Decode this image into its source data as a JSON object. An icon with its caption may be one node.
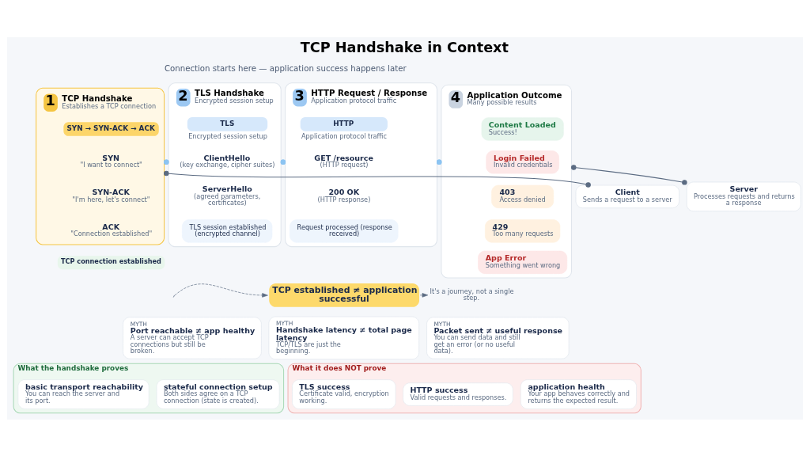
{
  "diagram": {
    "title": "TCP Handshake in Context",
    "nodes": [
      {
        "text": [
          "Client",
          "Sends a request to a server"
        ]
      },
      {
        "text": [
          "1",
          "TCP Handshake",
          "Establishes a TCP connection"
        ]
      },
      {
        "text": [
          "SYN → SYN-ACK → ACK"
        ],
        "in": 1
      },
      {
        "text": [
          "SYN",
          "\"I want to connect\""
        ],
        "in": 1
      },
      {
        "text": [
          "SYN-ACK",
          "\"I'm here, let's connect\""
        ],
        "in": 1
      },
      {
        "text": [
          "ACK",
          "\"Connection established\""
        ],
        "in": 1
      },
      {
        "text": [
          "TCP connection established"
        ]
      },
      {
        "text": [
          "2",
          "TLS Handshake",
          "Encrypted session setup"
        ]
      },
      {
        "text": [
          "TLS"
        ],
        "in": 7,
        "beside": [
          "Encrypted session setup"
        ]
      },
      {
        "text": [
          "ClientHello",
          "(key exchange, cipher suites)"
        ],
        "in": 7
      },
      {
        "text": [
          "ServerHello",
          "(agreed parameters, certificates)"
        ],
        "in": 7
      },
      {
        "text": [
          "TLS session established (encrypted channel)"
        ],
        "in": 7
      },
      {
        "text": [
          "3",
          "HTTP Request / Response",
          "Application protocol traffic"
        ]
      },
      {
        "text": [
          "HTTP"
        ],
        "in": 12,
        "beside": [
          "Application protocol traffic"
        ]
      },
      {
        "text": [
          "GET /resource",
          "(HTTP request)"
        ],
        "in": 12
      },
      {
        "text": [
          "200 OK",
          "(HTTP response)"
        ],
        "in": 12
      },
      {
        "text": [
          "Request processed (response received)"
        ],
        "in": 12
      },
      {
        "text": [
          "4",
          "Application Outcome",
          "Many possible results"
        ]
      },
      {
        "text": [
          "Content Loaded",
          "Success!"
        ],
        "in": 17
      },
      {
        "text": [
          "Login Failed",
          "Invalid credentials"
        ],
        "in": 17
      },
      {
        "text": [
          "403",
          "Access denied"
        ],
        "in": 17
      },
      {
        "text": [
          "429",
          "Too many requests"
        ],
        "in": 17
      },
      {
        "text": [
          "App Error",
          "Something went wrong"
        ],
        "in": 17
      },
      {
        "text": [
          "Server",
          "Processes requests and returns a response"
        ]
      },
      {
        "text": [
          "TCP established ≠ application successful"
        ]
      },
      {
        "text": [
          "It's a journey, not a single step."
        ]
      },
      {
        "text": [
          "MYTH",
          "Port reachable ≠ app healthy",
          "A server can accept TCP connections but still be broken."
        ]
      },
      {
        "text": [
          "MYTH",
          "Handshake latency ≠ total page latency",
          "TCP/TLS are just the beginning."
        ]
      },
      {
        "text": [
          "MYTH",
          "Packet sent ≠ useful response",
          "You can send data and still get an error (or no useful data)."
        ]
      },
      {
        "text": [
          "What the handshake proves"
        ]
      },
      {
        "text": [
          "basic transport reachability",
          "You can reach the server and its port."
        ],
        "in": 29
      },
      {
        "text": [
          "stateful connection setup",
          "Both sides agree on a TCP connection (state is created)."
        ],
        "in": 29
      },
      {
        "text": [
          "What it does NOT prove"
        ]
      },
      {
        "text": [
          "TLS success",
          "Certificate valid, encryption working."
        ],
        "in": 32
      },
      {
        "text": [
          "HTTP success",
          "Valid requests and responses."
        ],
        "in": 32
      },
      {
        "text": [
          "application health",
          "Your app behaves correctly and returns the expected result."
        ],
        "in": 32
      }
    ],
    "edges": [
      {
        "from": 0,
        "to": 1,
        "arrow": "other"
      },
      {
        "from": 1,
        "to": 7,
        "arrow": "other",
        "color": "#8cc4f2"
      },
      {
        "from": 7,
        "to": 12,
        "arrow": "other",
        "color": "#8cc4f2"
      },
      {
        "from": 12,
        "to": 17,
        "arrow": "other",
        "color": "#8cc4f2"
      },
      {
        "from": 17,
        "to": 23,
        "arrow": "other"
      },
      {
        "from": null,
        "to": 24,
        "arrow": "to",
        "style": "dashed"
      },
      {
        "from": 24,
        "to": 25,
        "arrow": "to",
        "style": "dashed"
      }
    ],
    "labels": [
      "Connection starts here — application success happens later"
    ]
  }
}
